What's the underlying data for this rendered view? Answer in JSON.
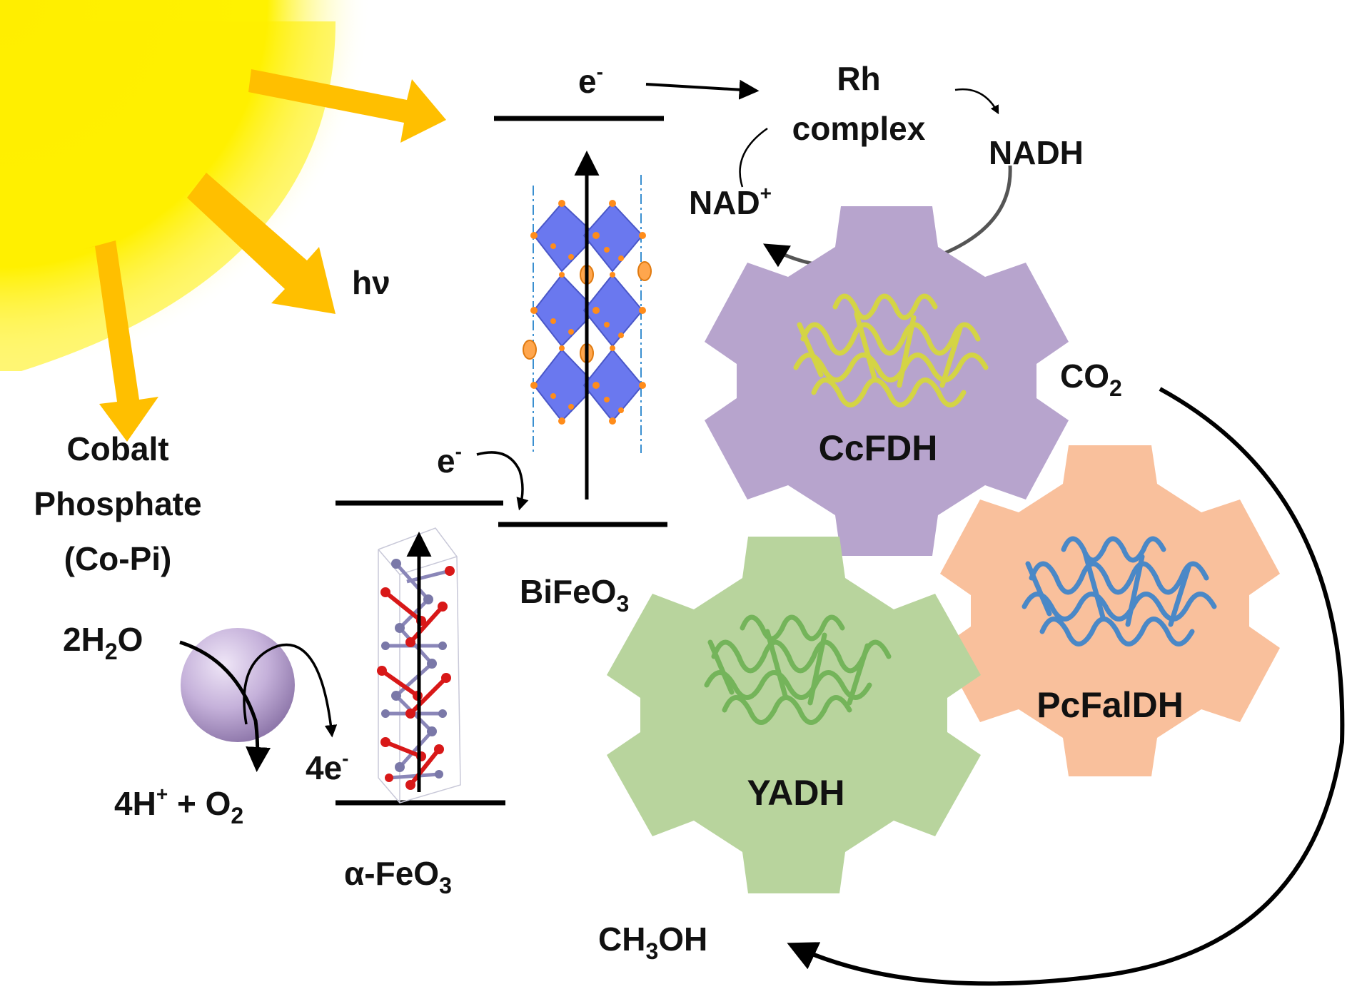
{
  "labels": {
    "hv": "hν",
    "electron_top": "e",
    "electron_top_sup": "-",
    "rh_line1": "Rh",
    "rh_line2": "complex",
    "nadh": "NADH",
    "nad": "NAD",
    "nad_sup": "+",
    "cobalt_line1": "Cobalt",
    "cobalt_line2": "Phosphate",
    "cobalt_line3": "(Co-Pi)",
    "electron_mid": "e",
    "electron_mid_sup": "-",
    "bifeo3": "BiFeO",
    "bifeo3_sub": "3",
    "water": "2H",
    "water_sub": "2",
    "water_tail": "O",
    "four_e": "4e",
    "four_e_sup": "-",
    "products_a": "4H",
    "products_sup": "+",
    "products_b": " + O",
    "products_sub": "2",
    "alpha_feo3": "α-FeO",
    "alpha_feo3_sub": "3",
    "co2": "CO",
    "co2_sub": "2",
    "methanol_a": "CH",
    "methanol_sub": "3",
    "methanol_b": "OH"
  },
  "gears": [
    {
      "label": "CcFDH",
      "color": "#b7a4cd",
      "protein_color": "#d4d445"
    },
    {
      "label": "PcFalDH",
      "color": "#f9c09c",
      "protein_color": "#4a88c7"
    },
    {
      "label": "YADH",
      "color": "#b8d49d",
      "protein_color": "#74b45a"
    }
  ],
  "colors": {
    "sun": "#ffee00",
    "ray": "#ffbf00",
    "octahedra": "#6a78ef",
    "bi_atom": "#ff9c40",
    "cell_red": "#d81818",
    "cell_grey": "#7a78a8",
    "cobalt_sphere": "#c7b4dc"
  }
}
